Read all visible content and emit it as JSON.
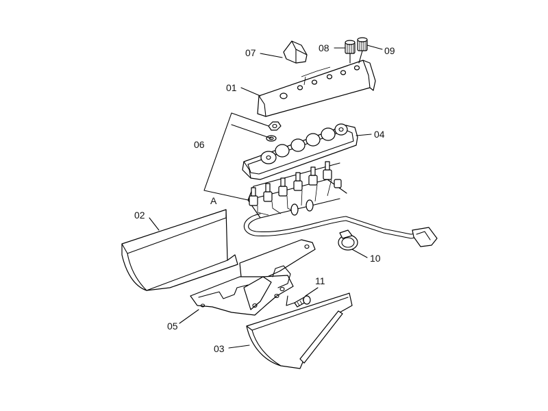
{
  "diagram": {
    "colors": {
      "line": "#000000",
      "background": "#ffffff"
    },
    "labels": {
      "p01": "01",
      "p02": "02",
      "p03": "03",
      "p04": "04",
      "p05": "05",
      "p06": "06",
      "p07": "07",
      "p08": "08",
      "p09": "09",
      "p10": "10",
      "p11": "11",
      "detail_a": "A"
    }
  }
}
